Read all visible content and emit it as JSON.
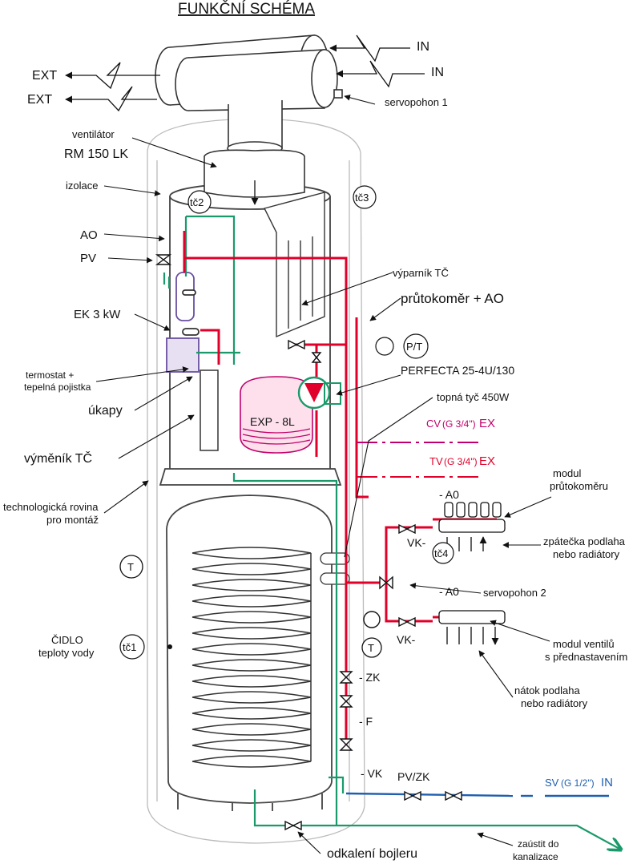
{
  "title": "FUNKČNÍ SCHÉMA",
  "air": {
    "ext_1": "EXT",
    "ext_2": "EXT",
    "in_1": "IN",
    "in_2": "IN"
  },
  "labels": {
    "servopohon1": "servopohon 1",
    "ventilator": "ventilátor",
    "ventilator_model": "RM 150 LK",
    "izolace": "izolace",
    "tc2": "tč2",
    "tc3": "tč3",
    "ao": "AO",
    "pv": "PV",
    "vyparnik": "výparník TČ",
    "prutokomer_ao": "průtokoměr + AO",
    "ek": "EK 3 kW",
    "pt": "P/T",
    "termostat_1": "termostat +",
    "termostat_2": "tepelná pojistka",
    "perfecta": "PERFECTA 25-4U/130",
    "ukapy": "úkapy",
    "topna_tyc": "topná tyč 450W",
    "exp": "EXP - 8L",
    "vymenik": "výměník TČ",
    "modul_prutokomeru_1": "modul",
    "modul_prutokomeru_2": "průtokoměru",
    "a0_top": "- A0",
    "vk_top": "VK-",
    "tc4": "tč4",
    "zpatecka_1": "zpátečka podlaha",
    "zpatecka_2": "nebo radiátory",
    "tech_rovina_1": "technologická rovina",
    "tech_rovina_2": "pro montáž",
    "t_left": "T",
    "a0_mid": "- A0",
    "servopohon2": "servopohon 2",
    "cidlo_1": "ČIDLO",
    "cidlo_2": "teploty vody",
    "tc1": "tč1",
    "vk_mid": "VK-",
    "t_right": "T",
    "modul_ventilu_1": "modul ventilů",
    "modul_ventilu_2": "s přednastavením",
    "zk": "- ZK",
    "natok_1": "nátok podlaha",
    "natok_2": "nebo radiátory",
    "f": "- F",
    "vk_bottom": "- VK",
    "pvzk": "PV/ZK",
    "odkaleni": "odkalení bojleru",
    "zaustit_1": "zaústit do",
    "zaustit_2": "kanalizace"
  },
  "pipes": {
    "cv_name": "CV",
    "cv_size": "(G 3/4\")",
    "cv_suffix": "EX",
    "tv_name": "TV",
    "tv_size": "(G 3/4\")",
    "tv_suffix": "EX",
    "sv_name": "SV",
    "sv_size": "(G 1/2\")",
    "sv_suffix": "IN"
  },
  "colors": {
    "hot": "#e0002a",
    "return": "#c0006a",
    "green": "#1a9a6a",
    "cold": "#1e5fb0",
    "purple": "#6a4fa0",
    "line": "#111111"
  }
}
